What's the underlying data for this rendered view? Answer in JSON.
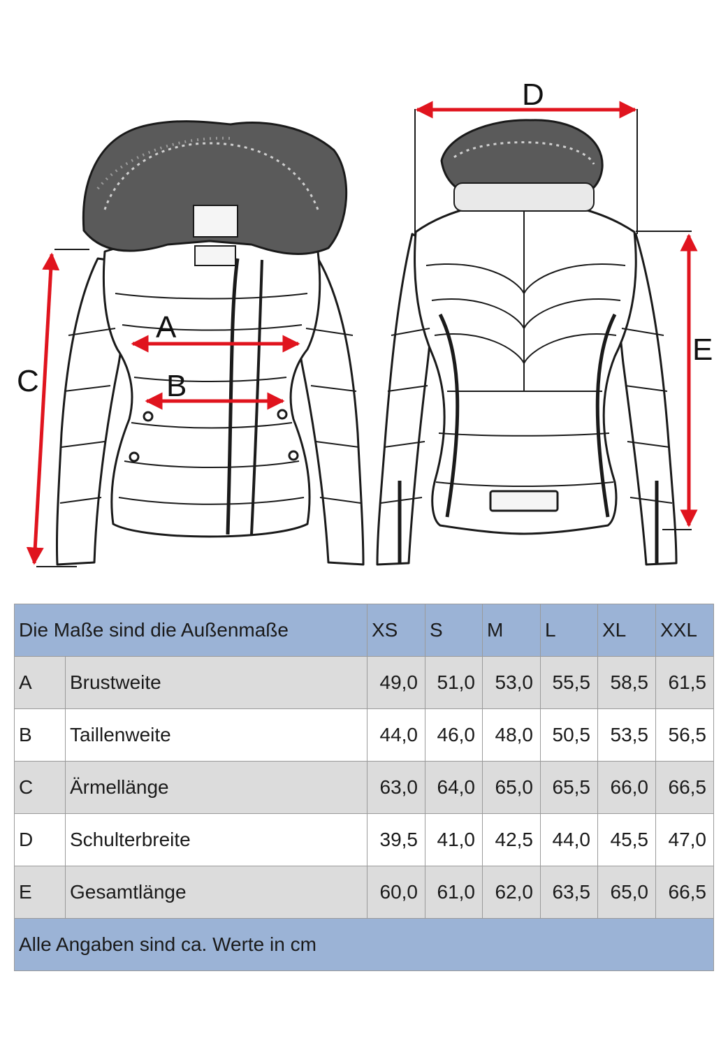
{
  "diagram": {
    "labels": {
      "a": "A",
      "b": "B",
      "c": "C",
      "d": "D",
      "e": "E"
    }
  },
  "table": {
    "header": {
      "title": "Die Maße sind die Außenmaße",
      "sizes": [
        "XS",
        "S",
        "M",
        "L",
        "XL",
        "XXL"
      ]
    },
    "rows": [
      {
        "code": "A",
        "name": "Brustweite",
        "values": [
          "49,0",
          "51,0",
          "53,0",
          "55,5",
          "58,5",
          "61,5"
        ]
      },
      {
        "code": "B",
        "name": "Taillenweite",
        "values": [
          "44,0",
          "46,0",
          "48,0",
          "50,5",
          "53,5",
          "56,5"
        ]
      },
      {
        "code": "C",
        "name": "Ärmellänge",
        "values": [
          "63,0",
          "64,0",
          "65,0",
          "65,5",
          "66,0",
          "66,5"
        ]
      },
      {
        "code": "D",
        "name": "Schulterbreite",
        "values": [
          "39,5",
          "41,0",
          "42,5",
          "44,0",
          "45,5",
          "47,0"
        ]
      },
      {
        "code": "E",
        "name": "Gesamtlänge",
        "values": [
          "60,0",
          "61,0",
          "62,0",
          "63,5",
          "65,0",
          "66,5"
        ]
      }
    ],
    "footer": "Alle Angaben sind ca. Werte in cm"
  },
  "colors": {
    "header_bg": "#9bb3d6",
    "shaded_row_bg": "#dcdcdc",
    "arrow_red": "#e0141e"
  }
}
